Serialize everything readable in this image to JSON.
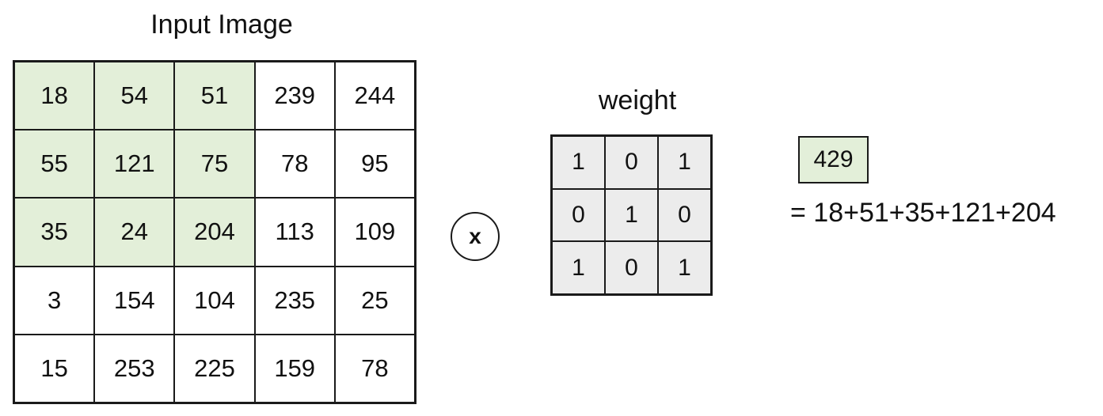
{
  "input_image": {
    "title": "Input Image",
    "rows": [
      [
        "18",
        "54",
        "51",
        "239",
        "244"
      ],
      [
        "55",
        "121",
        "75",
        "78",
        "95"
      ],
      [
        "35",
        "24",
        "204",
        "113",
        "109"
      ],
      [
        "3",
        "154",
        "104",
        "235",
        "25"
      ],
      [
        "15",
        "253",
        "225",
        "159",
        "78"
      ]
    ],
    "highlight": {
      "rows": 3,
      "cols": 3,
      "color": "#e3efd9"
    }
  },
  "operator": {
    "symbol": "x"
  },
  "weight": {
    "title": "weight",
    "rows": [
      [
        "1",
        "0",
        "1"
      ],
      [
        "0",
        "1",
        "0"
      ],
      [
        "1",
        "0",
        "1"
      ]
    ],
    "color": "#ececec"
  },
  "result": {
    "value": "429",
    "equation": "= 18+51+35+121+204",
    "color": "#e3efd9"
  }
}
